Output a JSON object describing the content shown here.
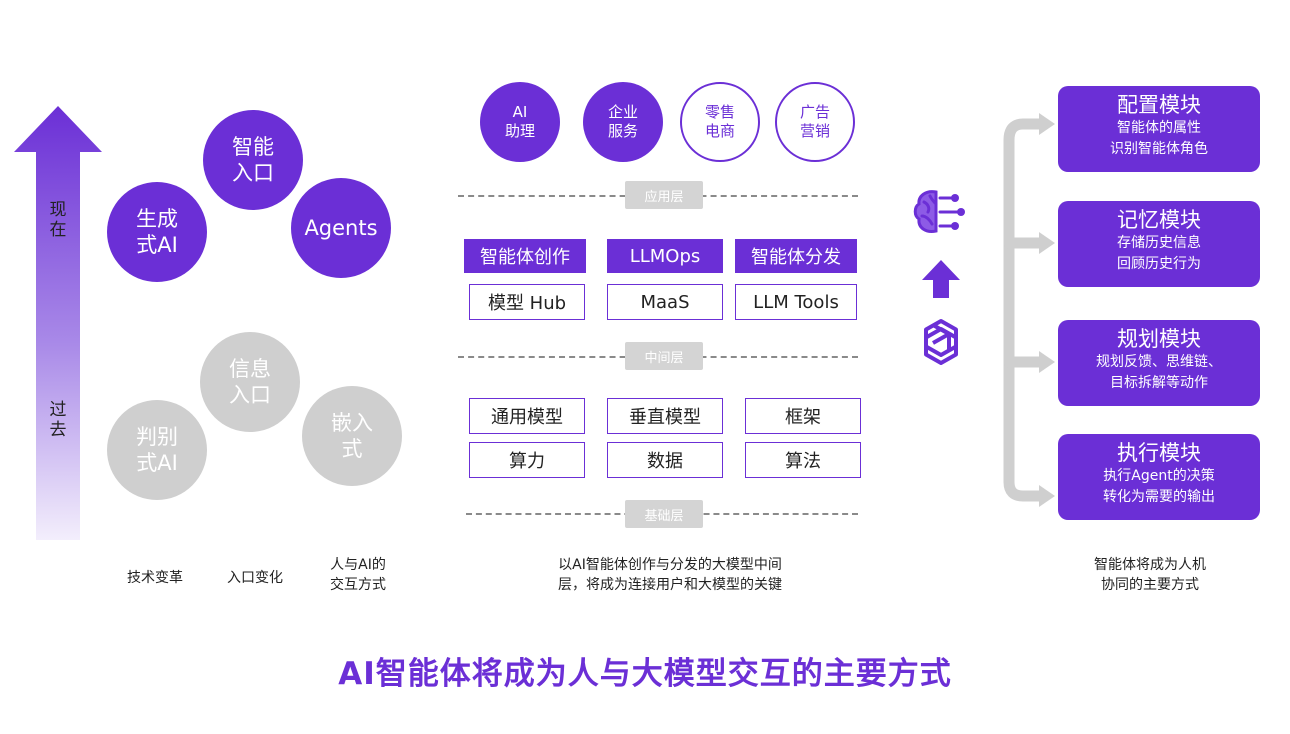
{
  "left": {
    "axis_top": "现在",
    "axis_bottom": "过去",
    "now_circles": [
      "生成式AI",
      "智能入口",
      "Agents"
    ],
    "now_circle_lines": [
      [
        "生成",
        "式AI"
      ],
      [
        "智能",
        "入口"
      ],
      [
        "Agents"
      ]
    ],
    "past_circle_lines": [
      [
        "判别",
        "式AI"
      ],
      [
        "信息",
        "入口"
      ],
      [
        "嵌入",
        "式"
      ]
    ],
    "captions": {
      "tech": "技术变革",
      "entry": "入口变化",
      "interaction_line1": "人与AI的",
      "interaction_line2": "交互方式"
    }
  },
  "middle": {
    "top_circles": [
      {
        "line1": "AI",
        "line2": "助理",
        "style": "filled"
      },
      {
        "line1": "企业",
        "line2": "服务",
        "style": "filled"
      },
      {
        "line1": "零售",
        "line2": "电商",
        "style": "outline"
      },
      {
        "line1": "广告",
        "line2": "营销",
        "style": "outline"
      }
    ],
    "layer_app": "应用层",
    "layer_mid": "中间层",
    "layer_base": "基础层",
    "mid_row1": [
      "智能体创作",
      "LLMOps",
      "智能体分发"
    ],
    "mid_row2": [
      "模型 Hub",
      "MaaS",
      "LLM Tools"
    ],
    "base_row1": [
      "通用模型",
      "垂直模型",
      "框架"
    ],
    "base_row2": [
      "算力",
      "数据",
      "算法"
    ],
    "caption_line1": "以AI智能体创作与分发的大模型中间",
    "caption_line2": "层，将成为连接用户和大模型的关键"
  },
  "right": {
    "modules": [
      {
        "title": "配置模块",
        "line1": "智能体的属性",
        "line2": "识别智能体角色"
      },
      {
        "title": "记忆模块",
        "line1": "存储历史信息",
        "line2": "回顾历史行为"
      },
      {
        "title": "规划模块",
        "line1": "规划反馈、思维链、",
        "line2": "目标拆解等动作"
      },
      {
        "title": "执行模块",
        "line1": "执行Agent的决策",
        "line2": "转化为需要的输出"
      }
    ],
    "caption_line1": "智能体将成为人机",
    "caption_line2": "协同的主要方式"
  },
  "title": "AI智能体将成为人与大模型交互的主要方式",
  "colors": {
    "accent": "#6b2fd6",
    "gray": "#cfcfcf"
  }
}
